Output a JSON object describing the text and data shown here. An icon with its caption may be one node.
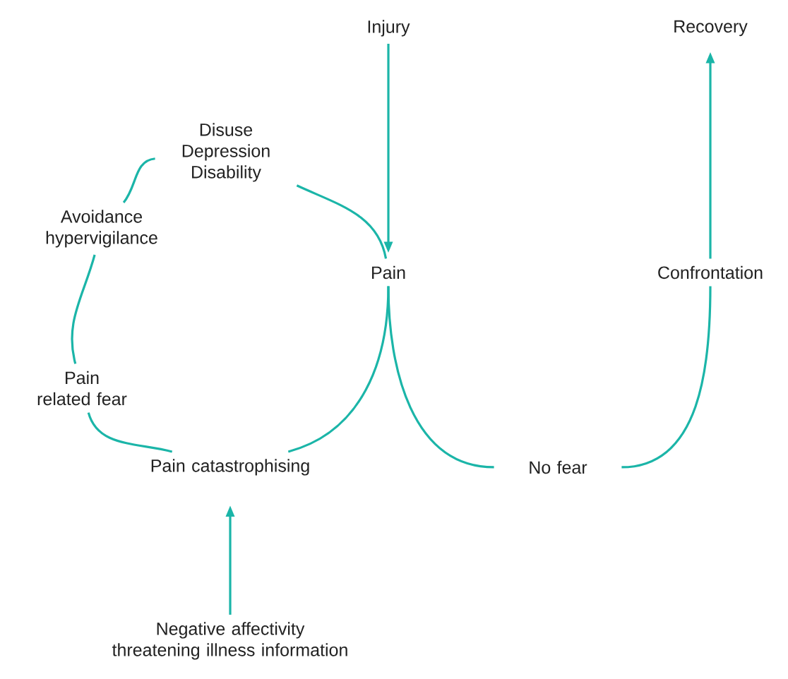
{
  "diagram": {
    "nodes": [
      {
        "text": [
          "Injury"
        ]
      },
      {
        "text": [
          "Recovery"
        ]
      },
      {
        "text": [
          "Disuse Depression Disability"
        ]
      },
      {
        "text": [
          "Avoidance hypervigilance"
        ]
      },
      {
        "text": [
          "Pain"
        ]
      },
      {
        "text": [
          "Confrontation"
        ]
      },
      {
        "text": [
          "Pain related fear"
        ]
      },
      {
        "text": [
          "Pain catastrophising"
        ]
      },
      {
        "text": [
          "No fear"
        ]
      },
      {
        "text": [
          "Negative affectivity threatening illness information"
        ]
      }
    ],
    "edges": [
      {
        "from": 0,
        "to": 4,
        "arrow": "to"
      },
      {
        "from": 5,
        "to": 1,
        "arrow": "to"
      },
      {
        "from": 4,
        "to": 2,
        "arrow": "none"
      },
      {
        "from": 2,
        "to": 3,
        "arrow": "none"
      },
      {
        "from": 3,
        "to": 6,
        "arrow": "none"
      },
      {
        "from": 6,
        "to": 7,
        "arrow": "none"
      },
      {
        "from": 7,
        "to": 4,
        "arrow": "none"
      },
      {
        "from": 4,
        "to": 8,
        "arrow": "none"
      },
      {
        "from": 8,
        "to": 5,
        "arrow": "none"
      },
      {
        "from": 9,
        "to": 7,
        "arrow": "to"
      }
    ]
  }
}
